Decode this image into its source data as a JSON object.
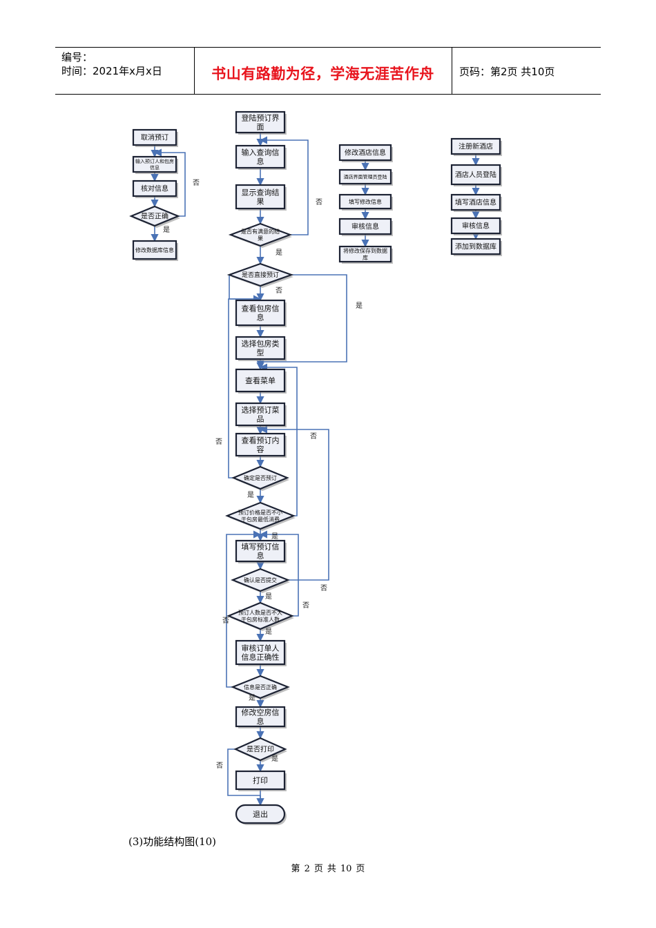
{
  "header": {
    "code_label": "编号：",
    "time_label": "时间：2021年x月x日",
    "motto": "书山有路勤为径，学海无涯苦作舟",
    "page_label": "页码：第2页  共10页"
  },
  "nodes": [
    {
      "id": "cancel",
      "shape": "rect",
      "label": "取消预订"
    },
    {
      "id": "input_booker",
      "shape": "rect",
      "label": "输入预订人和包房信息"
    },
    {
      "id": "verify",
      "shape": "rect",
      "label": "核对信息"
    },
    {
      "id": "is_correct",
      "shape": "diamond",
      "label": "是否正确"
    },
    {
      "id": "modify_db",
      "shape": "rect",
      "label": "修改数据库信息"
    },
    {
      "id": "login",
      "shape": "rect",
      "label": "登陆预订界面"
    },
    {
      "id": "input_query",
      "shape": "rect",
      "label": "输入查询信息"
    },
    {
      "id": "show_result",
      "shape": "rect",
      "label": "显示查询结果"
    },
    {
      "id": "has_result",
      "shape": "diamond",
      "label": "是否有满意的结果"
    },
    {
      "id": "direct_book",
      "shape": "diamond",
      "label": "是否直接预订"
    },
    {
      "id": "view_room",
      "shape": "rect",
      "label": "查看包房信息"
    },
    {
      "id": "select_room",
      "shape": "rect",
      "label": "选择包房类型"
    },
    {
      "id": "view_menu",
      "shape": "rect",
      "label": "查看菜单"
    },
    {
      "id": "select_dish",
      "shape": "rect",
      "label": "选择预订菜品"
    },
    {
      "id": "view_content",
      "shape": "rect",
      "label": "查看预订内容"
    },
    {
      "id": "confirm_book",
      "shape": "diamond",
      "label": "确定是否预订"
    },
    {
      "id": "price_check",
      "shape": "diamond",
      "label": "预订价格是否不小于包房最低消费"
    },
    {
      "id": "fill_info",
      "shape": "rect",
      "label": "填写预订信息"
    },
    {
      "id": "confirm_submit",
      "shape": "diamond",
      "label": "确认是否提交"
    },
    {
      "id": "people_check",
      "shape": "diamond",
      "label": "预订人数是否不大于包房标准人数"
    },
    {
      "id": "review_order",
      "shape": "rect",
      "label": "审核订单人信息正确性"
    },
    {
      "id": "info_correct",
      "shape": "diamond",
      "label": "信息是否正确"
    },
    {
      "id": "modify_vacancy",
      "shape": "rect",
      "label": "修改空房信息"
    },
    {
      "id": "print_q",
      "shape": "diamond",
      "label": "是否打印"
    },
    {
      "id": "print",
      "shape": "rect",
      "label": "打印"
    },
    {
      "id": "exit",
      "shape": "terminal",
      "label": "退出"
    },
    {
      "id": "modify_hotel",
      "shape": "rect",
      "label": "修改酒店信息"
    },
    {
      "id": "hotel_admin_login",
      "shape": "rect",
      "label": "酒店界面管理员登陆"
    },
    {
      "id": "fill_modify",
      "shape": "rect",
      "label": "填写修改信息"
    },
    {
      "id": "review_info1",
      "shape": "rect",
      "label": "审核信息"
    },
    {
      "id": "save_modify",
      "shape": "rect",
      "label": "将修改保存到数据库"
    },
    {
      "id": "register_hotel",
      "shape": "rect",
      "label": "注册新酒店"
    },
    {
      "id": "staff_login",
      "shape": "rect",
      "label": "酒店人员登陆"
    },
    {
      "id": "fill_hotel",
      "shape": "rect",
      "label": "填写酒店信息"
    },
    {
      "id": "review_info2",
      "shape": "rect",
      "label": "审核信息"
    },
    {
      "id": "add_db",
      "shape": "rect",
      "label": "添加到数据库"
    }
  ],
  "edge_labels": {
    "yes": "是",
    "no": "否"
  },
  "caption": "(3)功能结构图(10)",
  "footer": [
    "第",
    "2",
    "页",
    "共",
    "10",
    "页"
  ],
  "colors": {
    "motto": "#e8141d",
    "box_fill": "#eef0f7",
    "box_border": "#1c2233",
    "shadow": "#8a8a8a",
    "connector": "#4a72b5"
  }
}
